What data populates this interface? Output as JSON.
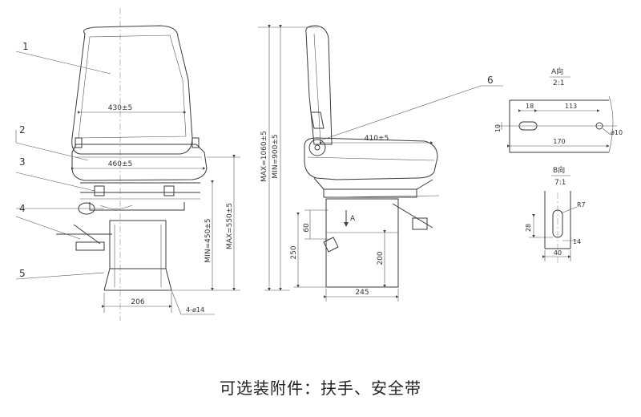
{
  "front_view": {
    "callouts": [
      "1",
      "2",
      "3",
      "4",
      "5"
    ],
    "dims": {
      "back_width": "430±5",
      "seat_width": "460±5",
      "min_height": "MIN=450±5",
      "max_height": "MAX=550±5",
      "base_width": "206",
      "holes": "4-ø14"
    }
  },
  "side_view": {
    "callout": "6",
    "dims": {
      "max_total": "MAX=1060±5",
      "min_total": "MIN=900±5",
      "depth": "410±5",
      "slide": "60",
      "base_height": "250",
      "base_depth": "200",
      "base_length": "245",
      "view_mark": "A"
    }
  },
  "detail_a": {
    "title": "A向",
    "scale": "2:1",
    "dims": {
      "d18": "18",
      "d113": "113",
      "d10": "10",
      "hole": "ø10",
      "d170": "170"
    }
  },
  "detail_b": {
    "title": "B向",
    "scale": "7:1",
    "dims": {
      "r7": "R7",
      "d28": "28",
      "d14": "14",
      "d40": "40"
    }
  },
  "caption": "可选装附件：扶手、安全带"
}
